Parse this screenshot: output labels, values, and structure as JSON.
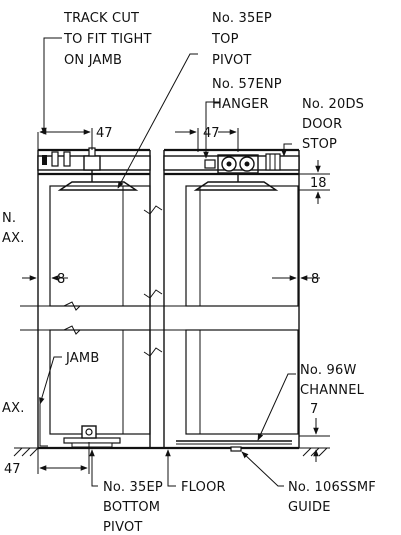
{
  "labels": {
    "track_cut": [
      "TRACK CUT",
      "TO FIT TIGHT",
      "ON JAMB"
    ],
    "top_pivot": [
      "No. 35EP",
      "TOP",
      "PIVOT"
    ],
    "hanger": [
      "No. 57ENP",
      "HANGER"
    ],
    "door_stop": [
      "No. 20DS",
      "DOOR",
      "STOP"
    ],
    "left_cut_1": [
      "N.",
      "AX."
    ],
    "left_cut_2": [
      "AX."
    ],
    "jamb": "JAMB",
    "channel": [
      "No. 96W",
      "CHANNEL"
    ],
    "bottom_pivot": [
      "No. 35EP",
      "BOTTOM",
      "PIVOT"
    ],
    "floor": "FLOOR",
    "guide": [
      "No. 106SSMF",
      "GUIDE"
    ]
  },
  "dimensions": {
    "pivot_offset_top": "47",
    "hanger_offset": "47",
    "top_clearance": "18",
    "left_gap": "8",
    "right_gap": "8",
    "bottom_clearance": "7",
    "pivot_offset_bottom": "47"
  }
}
